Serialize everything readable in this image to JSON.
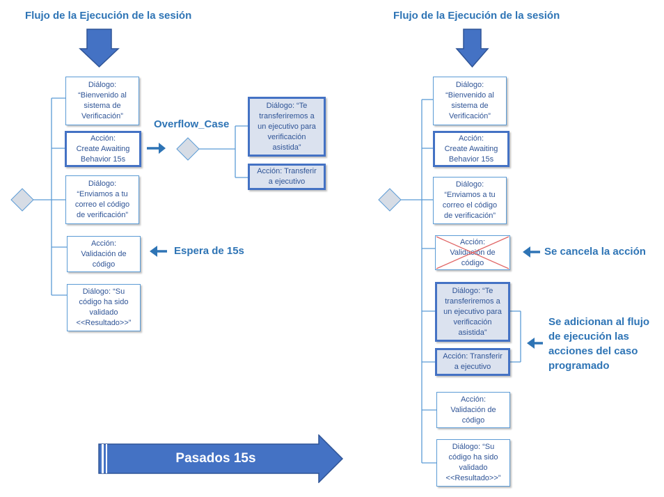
{
  "colors": {
    "accent": "#2e74b5",
    "box_border": "#5b9bd5",
    "box_border_strong": "#4472c4",
    "shaded_fill": "#dbe2ef",
    "diamond_fill": "#d6dce5",
    "cancel_mark": "#e06666"
  },
  "left_panel": {
    "title": "Flujo de la Ejecución de la sesión",
    "steps": [
      "Diálogo:\n“Bienvenido al\nsistema de\nVerificación”",
      "Acción:\nCreate Awaiting\nBehavior 15s",
      "Diálogo:\n“Enviamos a tu\ncorreo el código\nde verificación”",
      "Acción:\nValidación de\ncódigo",
      "Diálogo: “Su\ncódigo ha sido\nvalidado\n<<Resultado>>”"
    ],
    "overflow_label": "Overflow_Case",
    "overflow_steps": [
      "Diálogo: “Te\ntransferiremos a\nun ejecutivo para\nverificación\nasistida”",
      "Acción: Transferir\na ejecutivo"
    ],
    "wait_note": "Espera de 15s"
  },
  "transition": {
    "label": "Pasados 15s"
  },
  "right_panel": {
    "title": "Flujo de la Ejecución de la sesión",
    "steps": [
      "Diálogo:\n“Bienvenido al\nsistema de\nVerificación”",
      "Acción:\nCreate Awaiting\nBehavior 15s",
      "Diálogo:\n“Enviamos a tu\ncorreo el código\nde verificación”",
      "Acción:\nValidación de\ncódigo",
      "Diálogo: “Te\ntransferiremos a\nun ejecutivo para\nverificación\nasistida”",
      "Acción: Transferir\na ejecutivo",
      "Acción:\nValidación de\ncódigo",
      "Diálogo: “Su\ncódigo ha sido\nvalidado\n<<Resultado>>”"
    ],
    "cancel_note": "Se cancela la acción",
    "added_note": "Se adicionan al flujo\nde ejecución las\nacciones del caso\nprogramado"
  }
}
